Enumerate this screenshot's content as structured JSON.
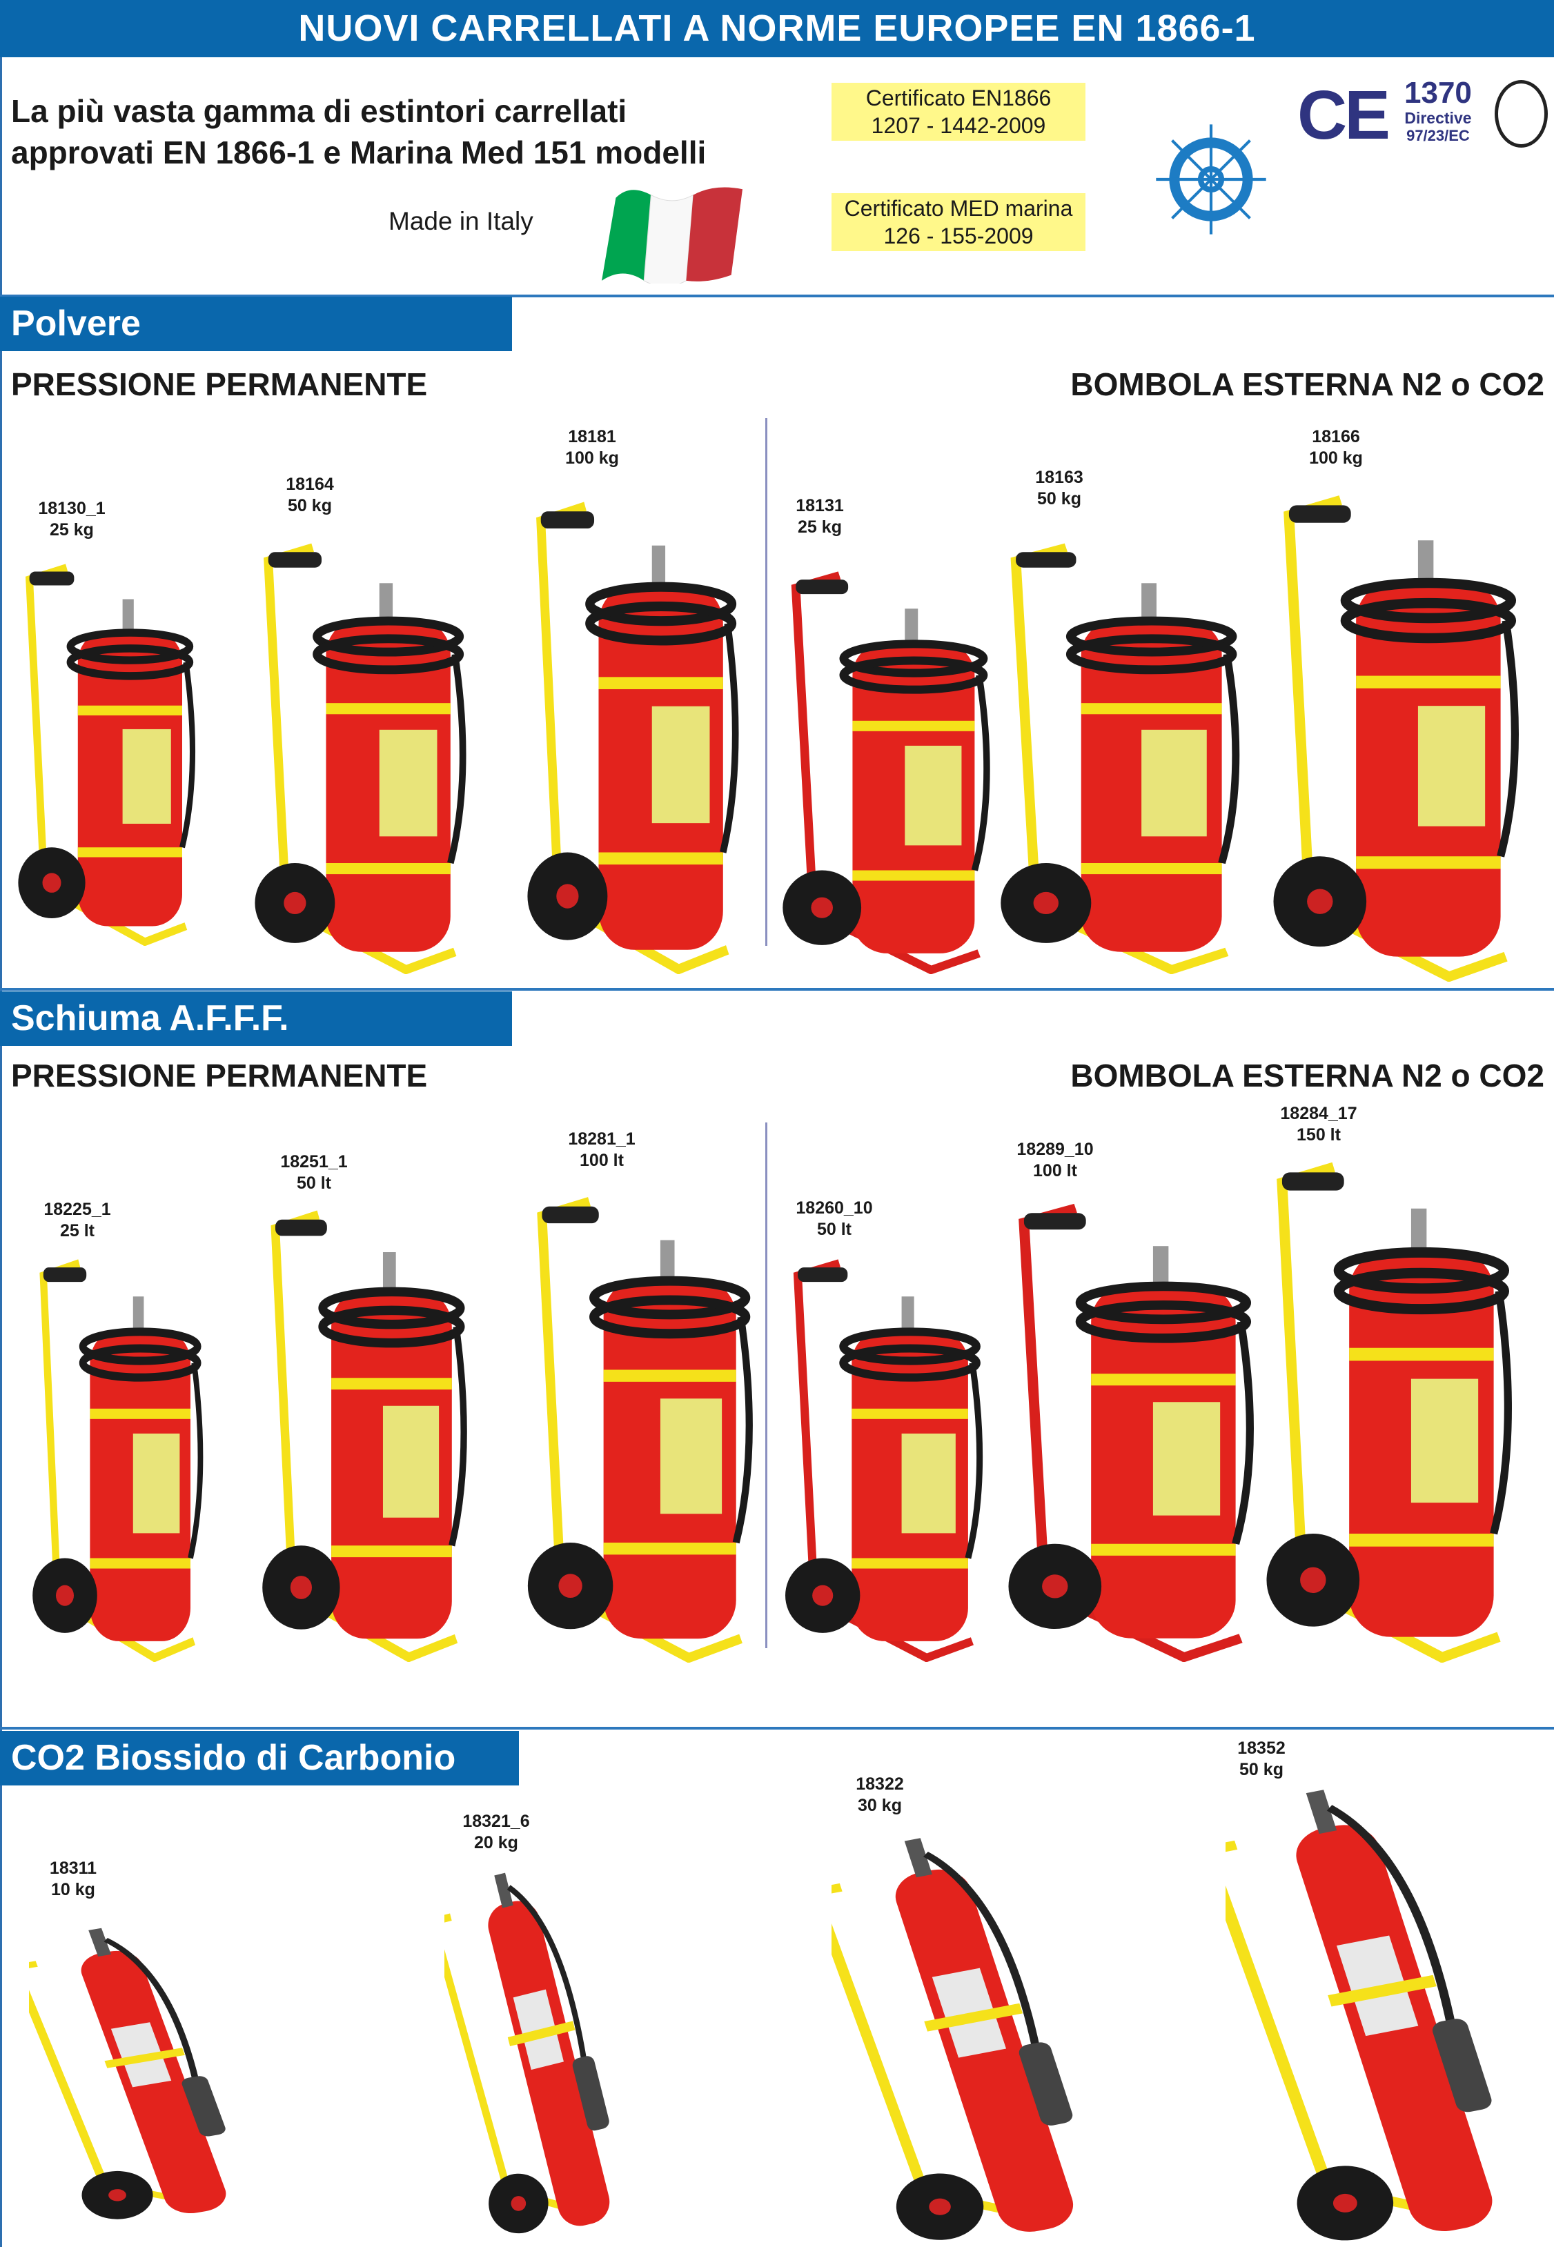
{
  "header": {
    "title": "NUOVI CARRELLATI A NORME EUROPEE EN 1866-1"
  },
  "intro": {
    "line1": "La più vasta gamma di estintori carrellati",
    "line2": "approvati EN 1866-1 e Marina Med 151 modelli",
    "made_in": "Made in Italy",
    "cert1": {
      "line1": "Certificato EN1866",
      "line2": "1207 - 1442-2009"
    },
    "cert2": {
      "line1": "Certificato MED marina",
      "line2": "126 - 155-2009"
    },
    "ce": {
      "mark": "CE",
      "number": "1370",
      "directive": "Directive",
      "code": "97/23/EC"
    }
  },
  "colors": {
    "brand": "#0a67ac",
    "yellow_frame": "#f5e11a",
    "red_frame": "#d8201c",
    "cylinder": "#e3231d",
    "cert_bg": "#fff88a"
  },
  "sections": [
    {
      "title": "Polvere",
      "left": "PRESSIONE PERMANENTE",
      "right": "BOMBOLA ESTERNA N2 o CO2",
      "products": [
        {
          "code": "18130_1",
          "cap": "25 kg",
          "frame": "#f5e11a"
        },
        {
          "code": "18164",
          "cap": "50 kg",
          "frame": "#f5e11a"
        },
        {
          "code": "18181",
          "cap": "100 kg",
          "frame": "#f5e11a"
        },
        {
          "code": "18131",
          "cap": "25 kg",
          "frame": "#d8201c"
        },
        {
          "code": "18163",
          "cap": "50 kg",
          "frame": "#f5e11a"
        },
        {
          "code": "18166",
          "cap": "100 kg",
          "frame": "#f5e11a"
        }
      ]
    },
    {
      "title": "Schiuma A.F.F.F.",
      "left": "PRESSIONE PERMANENTE",
      "right": "BOMBOLA ESTERNA N2 o CO2",
      "products": [
        {
          "code": "18225_1",
          "cap": "25 lt",
          "frame": "#f5e11a"
        },
        {
          "code": "18251_1",
          "cap": "50 lt",
          "frame": "#f5e11a"
        },
        {
          "code": "18281_1",
          "cap": "100 lt",
          "frame": "#f5e11a"
        },
        {
          "code": "18260_10",
          "cap": "50 lt",
          "frame": "#d8201c"
        },
        {
          "code": "18289_10",
          "cap": "100 lt",
          "frame": "#d8201c"
        },
        {
          "code": "18284_17",
          "cap": "150 lt",
          "frame": "#f5e11a"
        }
      ]
    },
    {
      "title": "CO2 Biossido di Carbonio",
      "products": [
        {
          "code": "18311",
          "cap": "10 kg",
          "frame": "#f5e11a"
        },
        {
          "code": "18321_6",
          "cap": "20 kg",
          "frame": "#f5e11a"
        },
        {
          "code": "18322",
          "cap": "30 kg",
          "frame": "#f5e11a"
        },
        {
          "code": "18352",
          "cap": "50 kg",
          "frame": "#f5e11a"
        }
      ]
    }
  ]
}
